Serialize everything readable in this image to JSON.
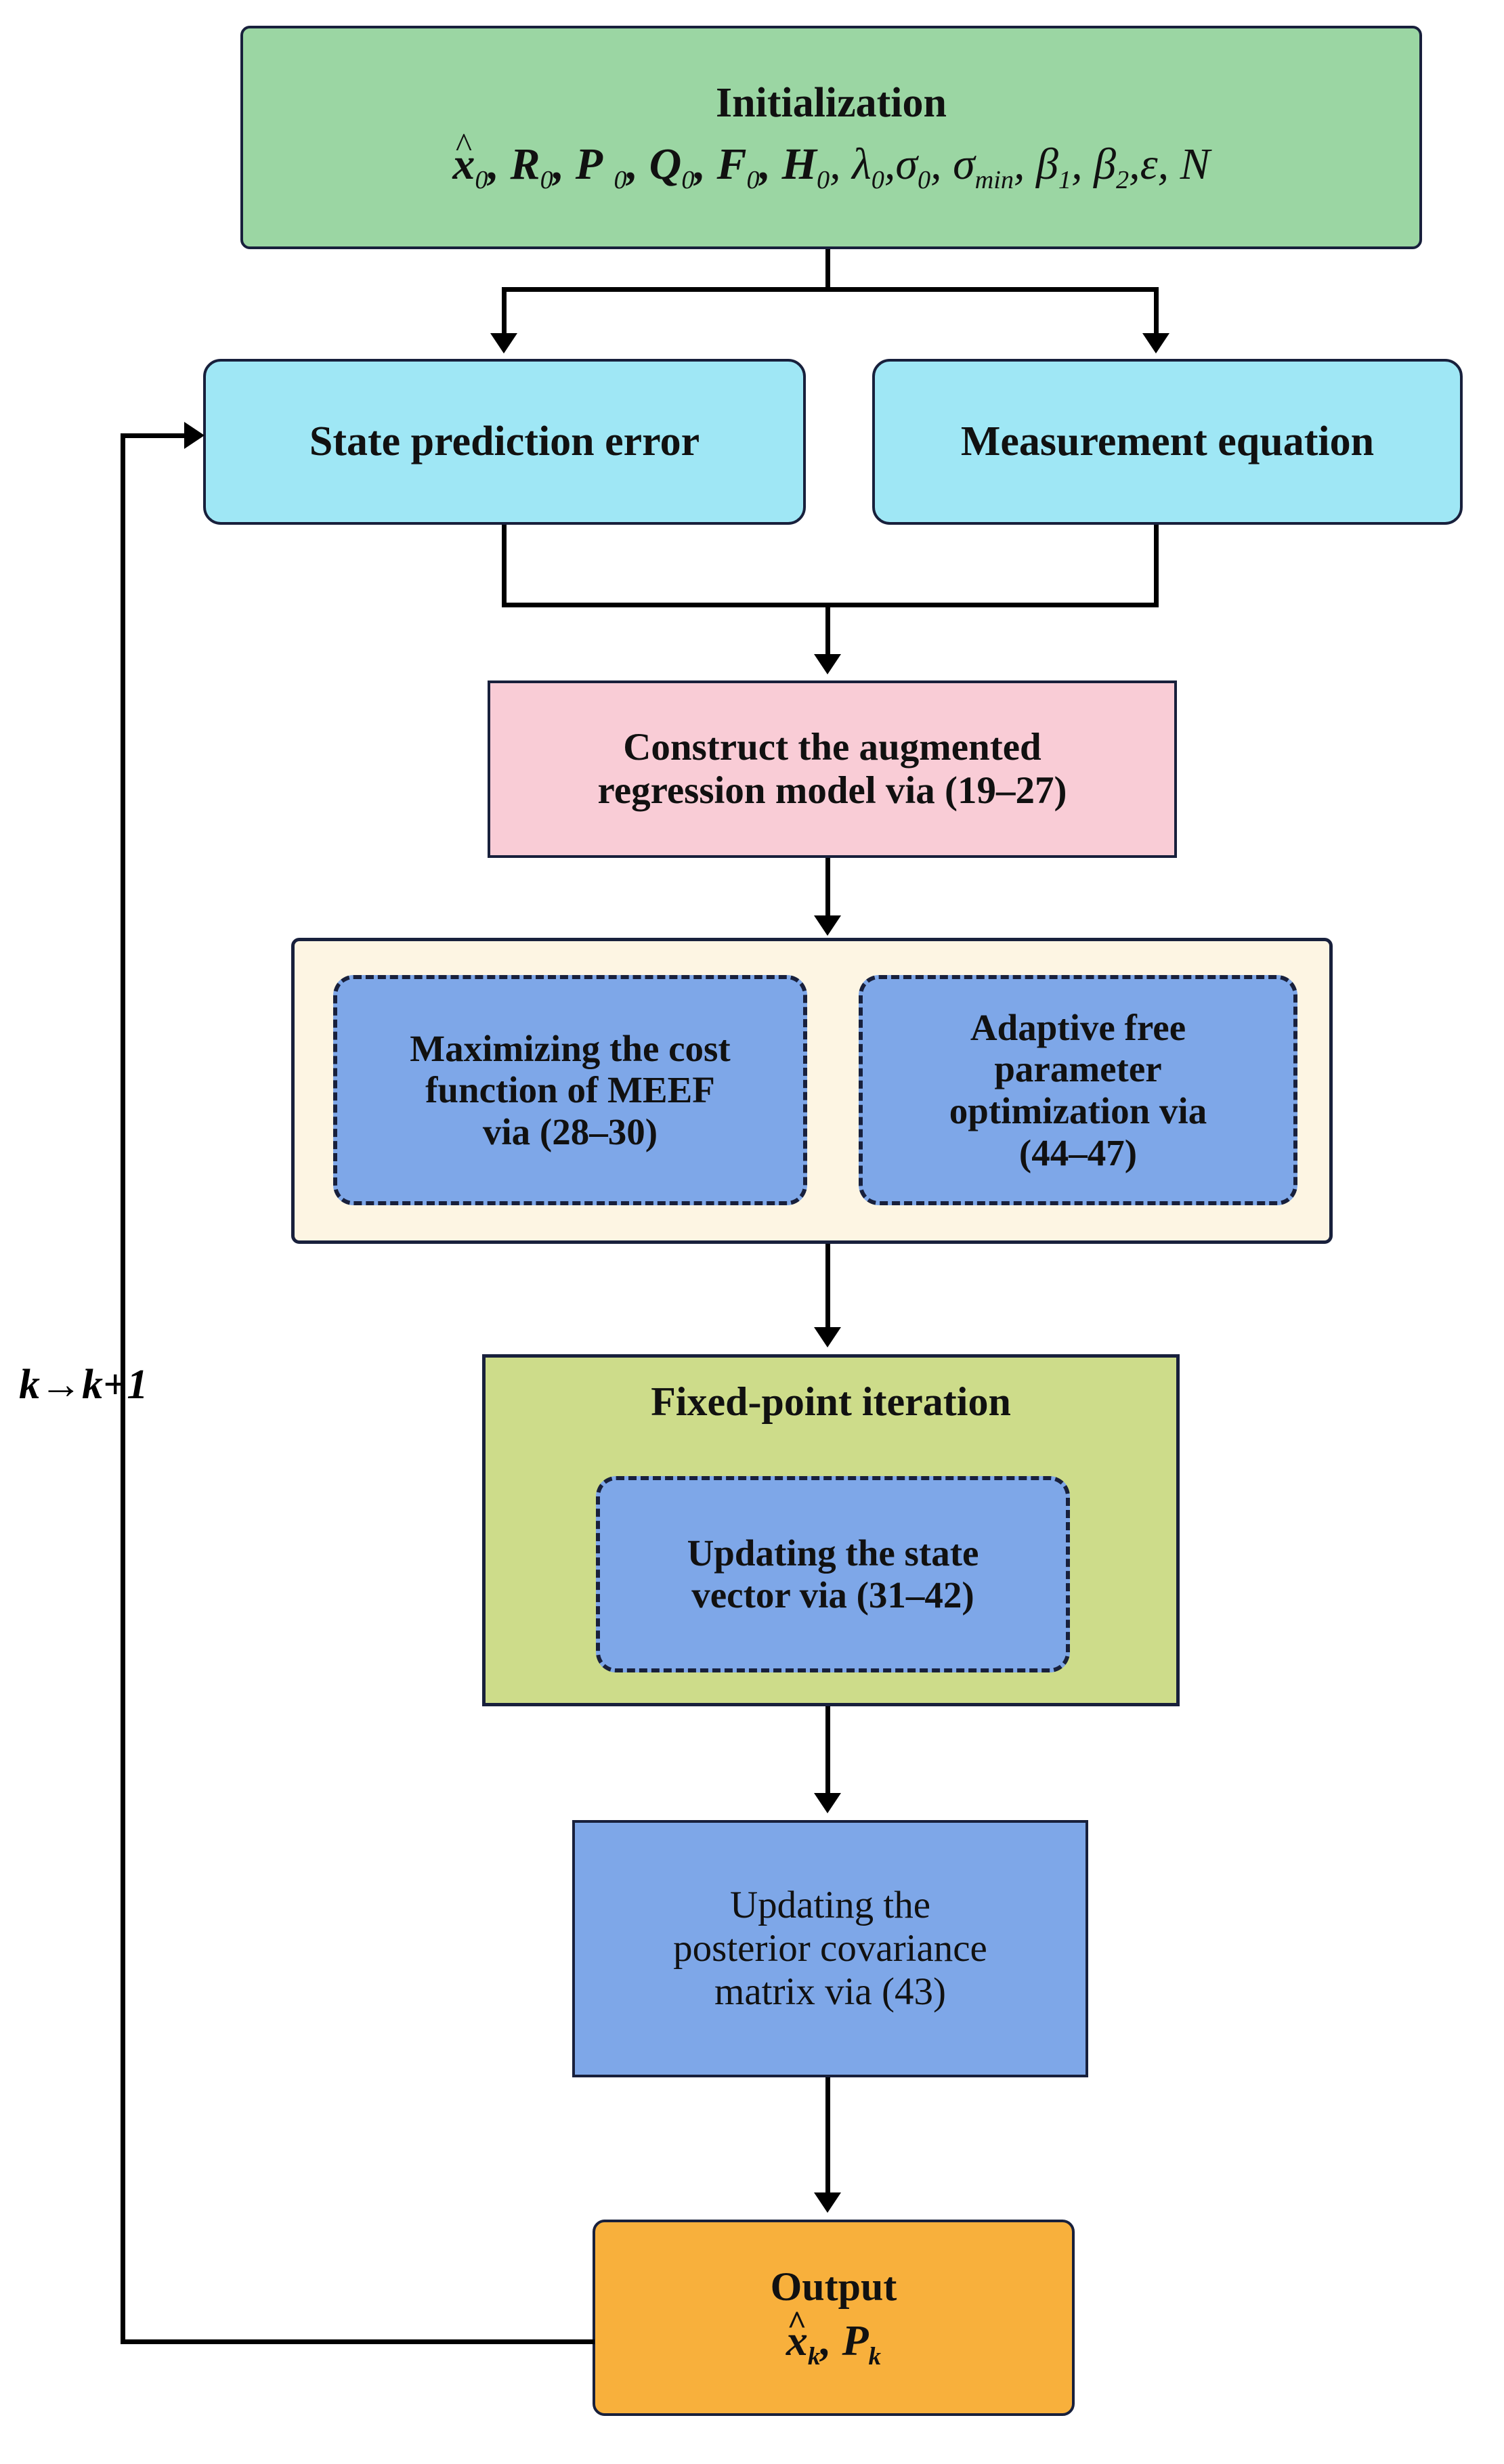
{
  "diagram": {
    "type": "flowchart",
    "title": "Algorithm flowchart",
    "colors": {
      "initialization": "#9bd6a3",
      "prediction": "#9fe7f5",
      "construct": "#f9ccd6",
      "optimization_group": "#fdf5e3",
      "optimization_block": "#7ea7e8",
      "fixed_point": "#cddc8a",
      "output": "#f8b03c",
      "border": "#18203c",
      "connector": "#000000"
    },
    "nodes": {
      "initialization": {
        "title": "Initialization",
        "parameters": "x̂0, R0, P0, Q0, F0, H0, λ0, σ0, σmin, β1, β2, ε, N"
      },
      "state_prediction_error": {
        "label": "State prediction error"
      },
      "measurement_equation": {
        "label": "Measurement equation"
      },
      "construct_model": {
        "line1": "Construct the augmented",
        "line2": "regression model via (19–27)"
      },
      "maximizing_cost": {
        "line1": "Maximizing the cost",
        "line2": "function of MEEF",
        "line3": "via (28–30)"
      },
      "adaptive_free_parameter": {
        "line1": "Adaptive free",
        "line2": "parameter",
        "line3": "optimization  via",
        "line4": "(44–47)"
      },
      "fixed_point_iteration": {
        "title": "Fixed-point iteration",
        "inner_line1": "Updating the state",
        "inner_line2": "vector via (31–42)"
      },
      "update_covariance": {
        "line1": "Updating the",
        "line2": "posterior covariance",
        "line3": "matrix via (43)"
      },
      "output": {
        "title": "Output",
        "values": "x̂k, Pk"
      }
    },
    "loop_label": "k→k+1"
  }
}
